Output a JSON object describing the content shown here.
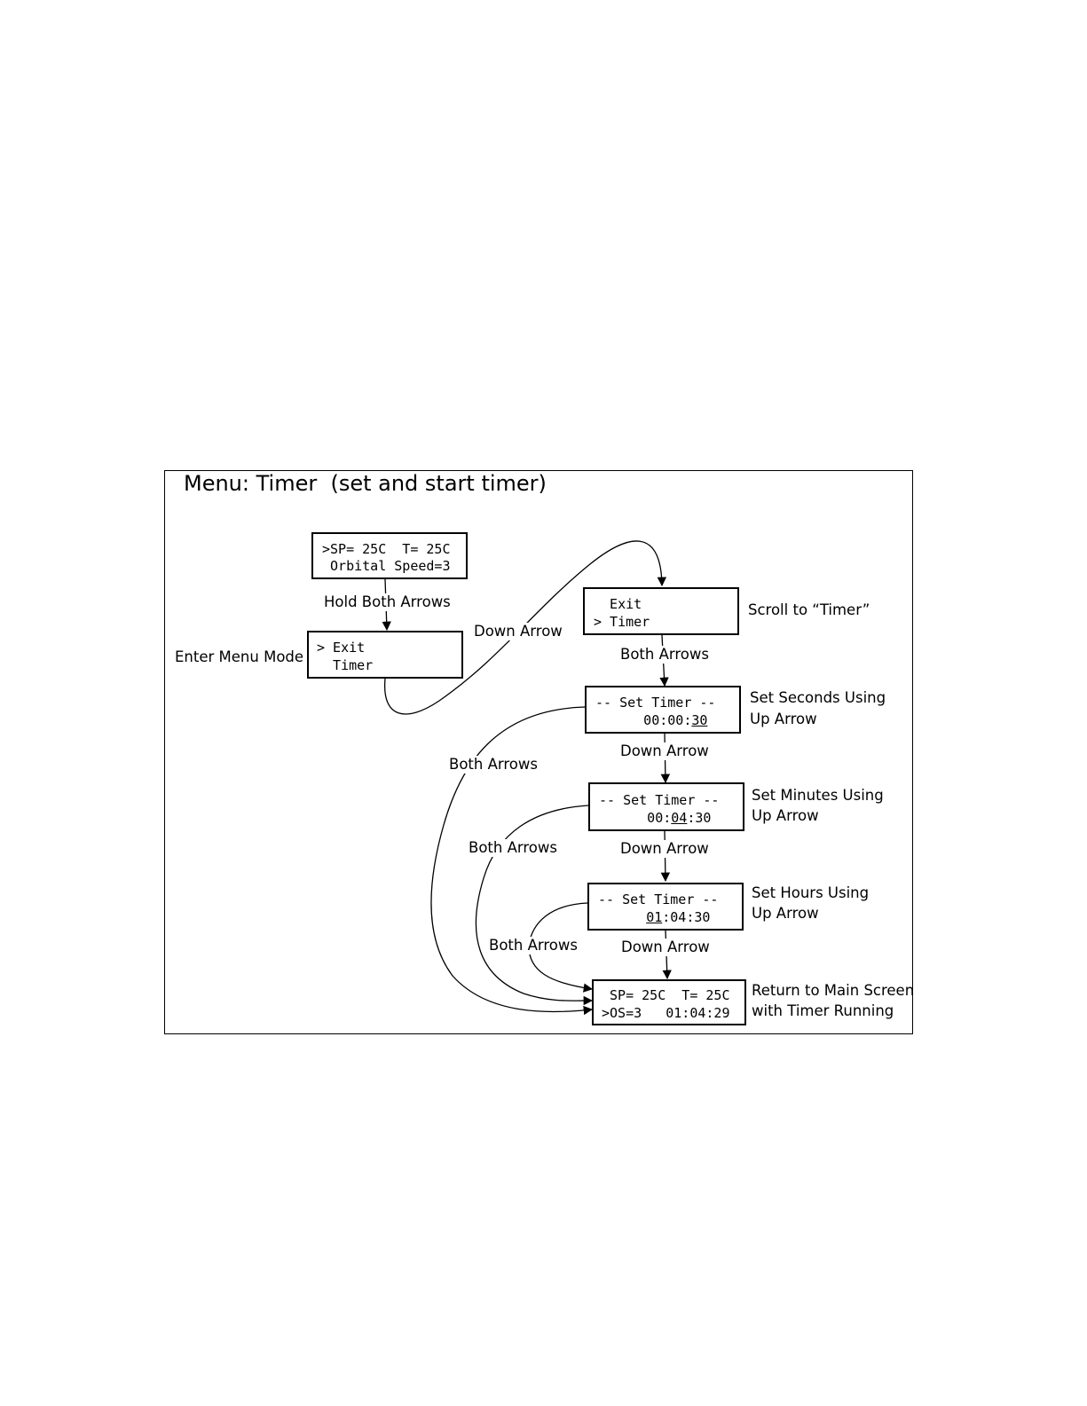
{
  "title": "Menu: Timer  (set and start timer)",
  "screens": {
    "main_start": {
      "line1": ">SP= 25C  T= 25C",
      "line2": " Orbital Speed=3"
    },
    "menu_exit": {
      "line1": "> Exit",
      "line2": "  Timer"
    },
    "menu_timer": {
      "line1": "  Exit",
      "line2": "> Timer"
    },
    "set_seconds": {
      "line1": "-- Set Timer --",
      "line2_pre": "      00:00:",
      "line2_ul": "30",
      "line2_post": ""
    },
    "set_minutes": {
      "line1": "-- Set Timer --",
      "line2_pre": "      00:",
      "line2_ul": "04",
      "line2_post": ":30"
    },
    "set_hours": {
      "line1": "-- Set Timer --",
      "line2_pre": "      ",
      "line2_ul": "01",
      "line2_post": ":04:30"
    },
    "main_running": {
      "line1": " SP= 25C  T= 25C",
      "line2": ">OS=3   01:04:29"
    }
  },
  "labels": {
    "hold_both_arrows": "Hold Both Arrows",
    "enter_menu_mode": "Enter Menu Mode",
    "down_arrow_1": "Down Arrow",
    "scroll_to_timer": "Scroll to “Timer”",
    "both_arrows_1": "Both Arrows",
    "set_seconds_1": "Set Seconds Using",
    "set_seconds_2": "Up Arrow",
    "down_arrow_2": "Down Arrow",
    "both_arrows_2": "Both Arrows",
    "set_minutes_1": "Set Minutes Using",
    "set_minutes_2": "Up Arrow",
    "both_arrows_3": "Both Arrows",
    "down_arrow_3": "Down Arrow",
    "set_hours_1": "Set Hours Using",
    "set_hours_2": "Up Arrow",
    "both_arrows_4": "Both Arrows",
    "down_arrow_4": "Down Arrow",
    "return_1": "Return to Main Screen",
    "return_2": "with Timer Running"
  }
}
